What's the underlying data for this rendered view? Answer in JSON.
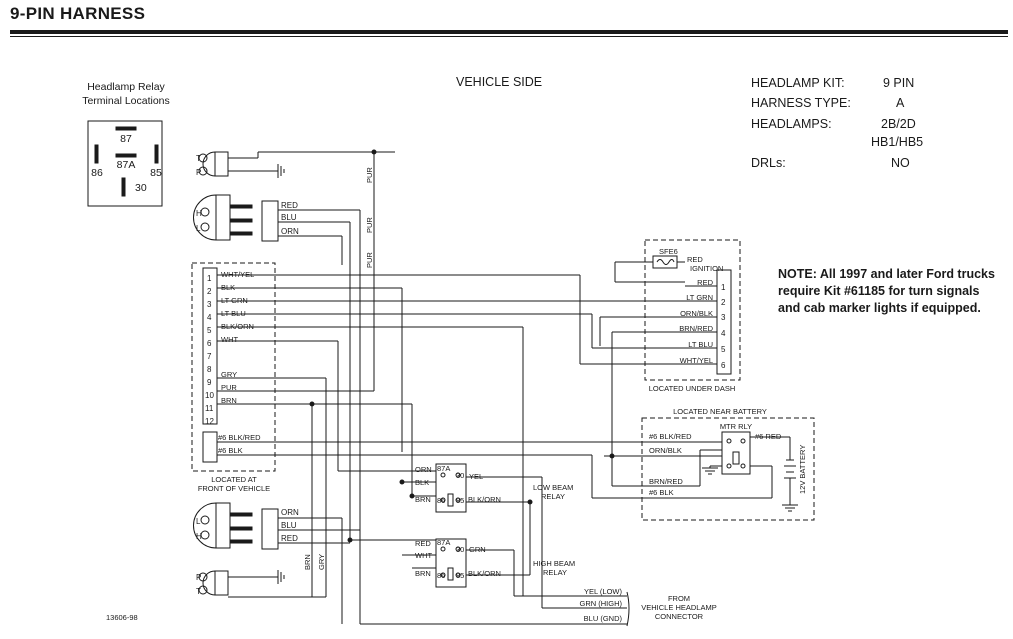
{
  "title": "9-PIN HARNESS",
  "relay_terminals": {
    "heading_line1": "Headlamp Relay",
    "heading_line2": "Terminal Locations",
    "t87": "87",
    "t87a": "87A",
    "t86": "86",
    "t85": "85",
    "t30": "30"
  },
  "vehicle_side": "VEHICLE SIDE",
  "specs": [
    {
      "label": "HEADLAMP KIT:",
      "value": "9 PIN"
    },
    {
      "label": "HARNESS TYPE:",
      "value": "A"
    },
    {
      "label": "HEADLAMPS:",
      "value": "2B/2D"
    },
    {
      "label": "",
      "value": "HB1/HB5"
    },
    {
      "label": "DRLs:",
      "value": "NO"
    }
  ],
  "note": "NOTE: All 1997 and later Ford trucks require Kit #61185 for turn signals and cab marker lights if equipped.",
  "lamp_letters": {
    "t": "T",
    "p": "P",
    "h": "H",
    "l": "L"
  },
  "wires": {
    "pur": "PUR",
    "red": "RED",
    "blu": "BLU",
    "orn": "ORN",
    "brn": "BRN",
    "gry": "GRY",
    "blk": "BLK",
    "yel": "YEL",
    "grn": "GRN",
    "wht": "WHT"
  },
  "front_connector": {
    "pins": [
      "1",
      "2",
      "3",
      "4",
      "5",
      "6",
      "7",
      "8",
      "9",
      "10",
      "11",
      "12"
    ],
    "wires": [
      "WHT/YEL",
      "BLK",
      "LT GRN",
      "LT BLU",
      "BLK/ORN",
      "WHT",
      "",
      "GRY",
      "PUR",
      "BRN",
      "",
      ""
    ],
    "battery_wires": [
      "#6 BLK/RED",
      "#6 BLK"
    ],
    "location_line1": "LOCATED AT",
    "location_line2": "FRONT OF VEHICLE"
  },
  "dash_connector": {
    "fuse": "SFE6",
    "ignition_wire": "RED",
    "ignition_label": "IGNITION",
    "pins": [
      "1",
      "2",
      "3",
      "4",
      "5",
      "6"
    ],
    "wires": [
      "RED",
      "LT GRN",
      "ORN/BLK",
      "BRN/RED",
      "LT BLU",
      "WHT/YEL"
    ],
    "location": "LOCATED UNDER DASH"
  },
  "battery_area": {
    "location": "LOCATED NEAR BATTERY",
    "relay": "MTR RLY",
    "wire_blk_red": "#6 BLK/RED",
    "wire_orn_blk": "ORN/BLK",
    "wire_red": "#6 RED",
    "wire_brn_red": "BRN/RED",
    "wire_blk": "#6 BLK",
    "battery": "12V BATTERY"
  },
  "low_beam_relay": {
    "line1": "LOW BEAM",
    "line2": "RELAY",
    "pins": [
      "87A",
      "30",
      "86",
      "85"
    ],
    "wires": [
      "ORN",
      "BLK",
      "BRN",
      "YEL",
      "BLK/ORN"
    ]
  },
  "high_beam_relay": {
    "line1": "HIGH BEAM",
    "line2": "RELAY",
    "pins": [
      "87A",
      "30",
      "86",
      "85"
    ],
    "wires": [
      "RED",
      "WHT",
      "BRN",
      "GRN",
      "BLK/ORN"
    ]
  },
  "vehicle_headlamp_connector": {
    "wires": [
      "YEL (LOW)",
      "GRN (HIGH)",
      "BLU (GND)"
    ],
    "line1": "FROM",
    "line2": "VEHICLE HEADLAMP",
    "line3": "CONNECTOR"
  },
  "part_number": "13606-98"
}
